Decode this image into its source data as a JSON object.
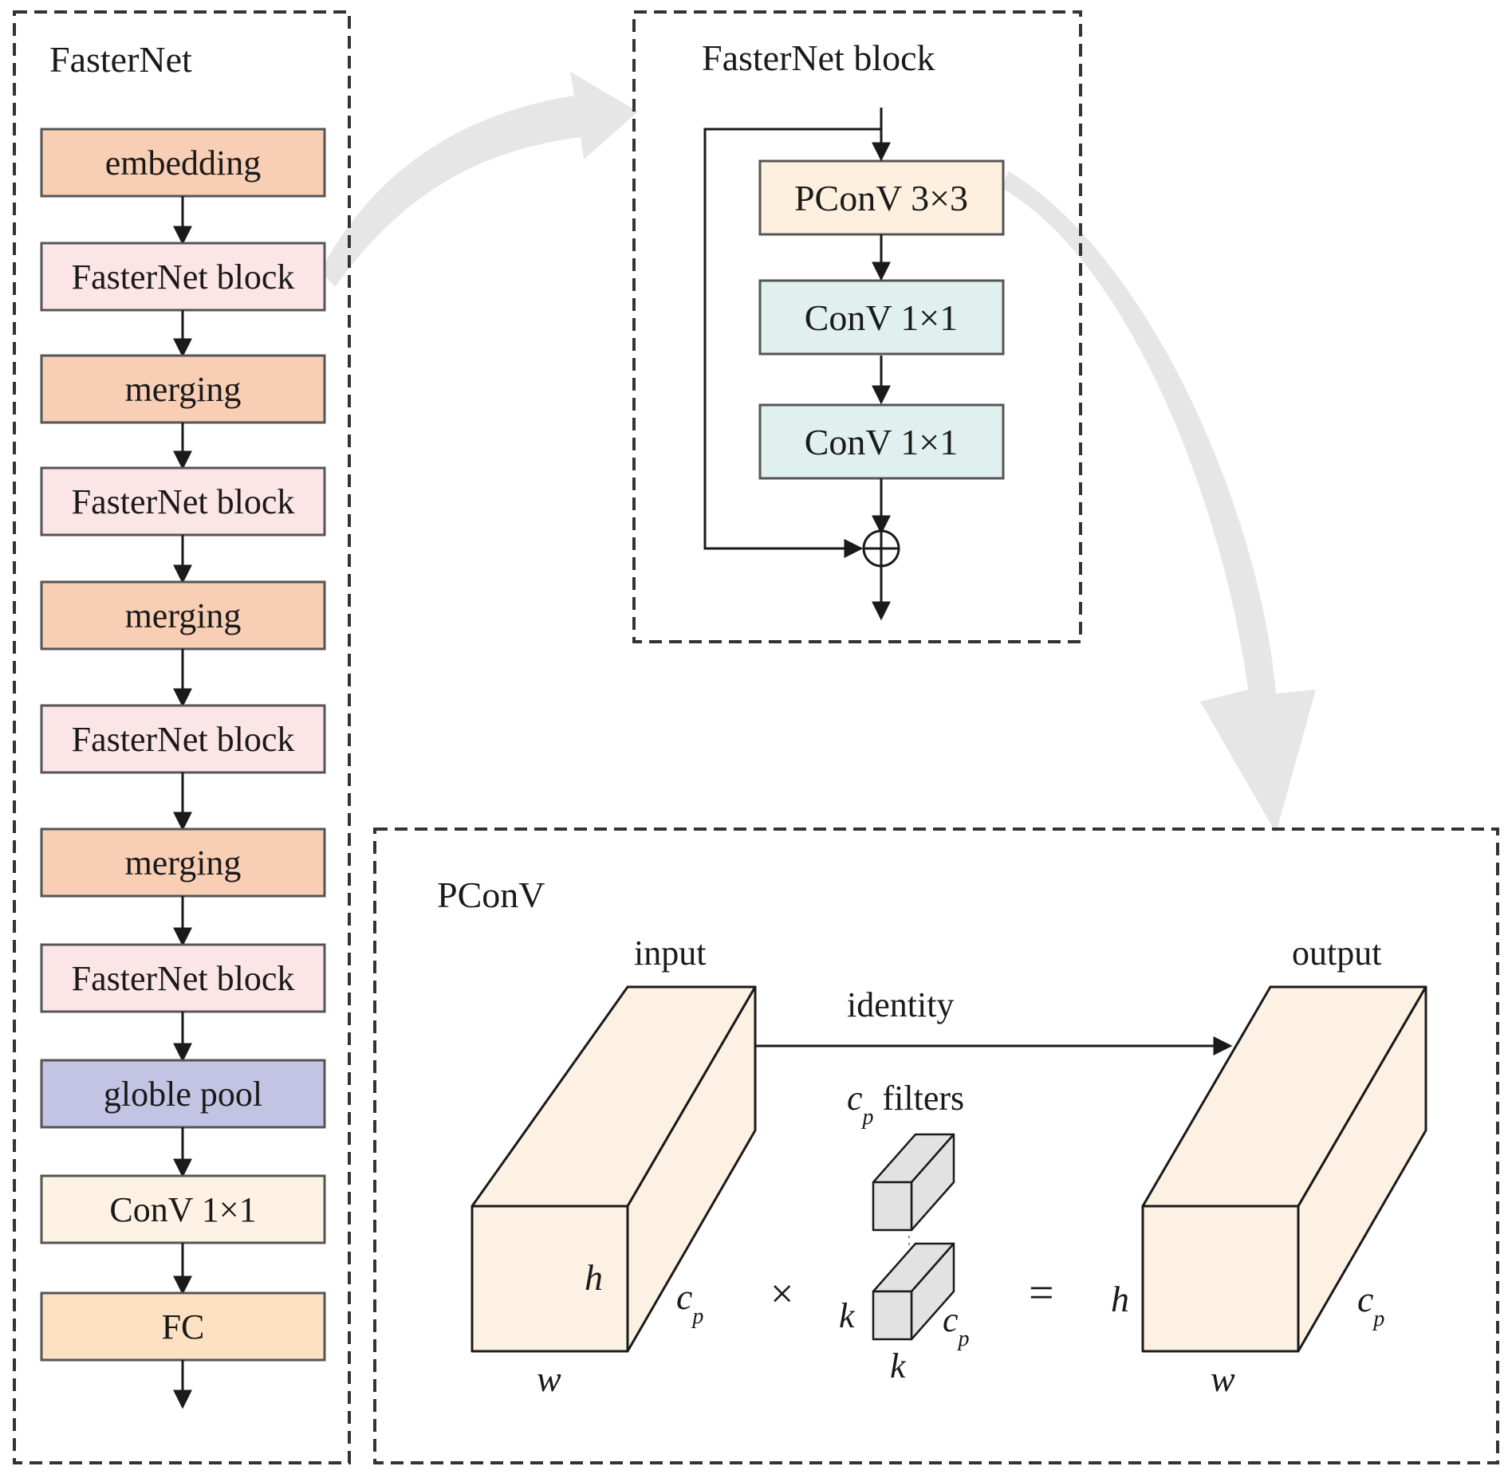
{
  "colors": {
    "embedding": "#f8ceb4",
    "merging": "#f8ceb4",
    "fasternet_block": "#fce5e6",
    "globle_pool": "#c3c4e3",
    "conv_1x1_left": "#fdf2e4",
    "fc": "#fde1c3",
    "pconv_3x3": "#fef0de",
    "conv_1x1_right": "#dff0ee",
    "cube_fill": "#fdf1e3",
    "filter_fill": "#e2e2e2",
    "big_arrow": "#e6e6e6"
  },
  "left_panel": {
    "title": "FasterNet",
    "layers": [
      {
        "label": "embedding",
        "kind": "embedding"
      },
      {
        "label": "FasterNet block",
        "kind": "fasternet_block"
      },
      {
        "label": "merging",
        "kind": "merging"
      },
      {
        "label": "FasterNet block",
        "kind": "fasternet_block"
      },
      {
        "label": "merging",
        "kind": "merging"
      },
      {
        "label": "FasterNet block",
        "kind": "fasternet_block"
      },
      {
        "label": "merging",
        "kind": "merging"
      },
      {
        "label": "FasterNet block",
        "kind": "fasternet_block"
      },
      {
        "label": "globle pool",
        "kind": "globle_pool"
      },
      {
        "label": "ConV 1×1",
        "kind": "conv_1x1_left"
      },
      {
        "label": "FC",
        "kind": "fc"
      }
    ]
  },
  "block_panel": {
    "title": "FasterNet block",
    "layers": [
      {
        "label": "PConV 3×3",
        "kind": "pconv_3x3"
      },
      {
        "label": "ConV 1×1",
        "kind": "conv_1x1_right"
      },
      {
        "label": "ConV 1×1",
        "kind": "conv_1x1_right"
      }
    ],
    "add_symbol": "⊕"
  },
  "pconv_panel": {
    "title": "PConV",
    "input_label": "input",
    "output_label": "output",
    "identity_label": "identity",
    "filters_c": "c",
    "filters_sub": "p",
    "filters_text": " filters",
    "times": "×",
    "equals": "=",
    "input_h": "h",
    "input_w": "w",
    "input_c": "c",
    "input_c_sub": "p",
    "filter_k_side": "k",
    "filter_k_bottom": "k",
    "filter_c": "c",
    "filter_c_sub": "p",
    "output_h": "h",
    "output_w": "w",
    "output_c": "c",
    "output_c_sub": "p"
  }
}
